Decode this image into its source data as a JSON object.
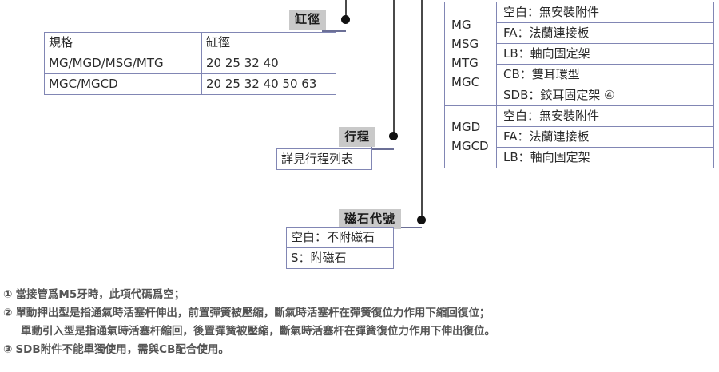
{
  "callouts": {
    "bore_label": "缸徑",
    "stroke_label": "行程",
    "magnet_label": "磁石代號"
  },
  "bore_table": {
    "headers": [
      "規格",
      "缸徑"
    ],
    "rows": [
      [
        "MG/MGD/MSG/MTG",
        "20 25 32 40"
      ],
      [
        "MGC/MGCD",
        "20 25 32 40 50 63"
      ]
    ]
  },
  "stroke_table": {
    "rows": [
      "詳見行程列表"
    ]
  },
  "magnet_table": {
    "rows": [
      "空白：不附磁石",
      "S：附磁石"
    ]
  },
  "accessory_table": {
    "groups": [
      {
        "models": [
          "MG",
          "MSG",
          "MTG",
          "MGC"
        ],
        "options": [
          "空白：無安裝附件",
          "FA：法蘭連接板",
          "LB：軸向固定架",
          "CB：雙耳環型",
          "SDB：鉸耳固定架 ④"
        ]
      },
      {
        "models": [
          "MGD",
          "MGCD"
        ],
        "options": [
          "空白：無安裝附件",
          "FA：法蘭連接板",
          "LB：軸向固定架"
        ]
      }
    ]
  },
  "footnotes": [
    {
      "marker": "①",
      "text": "當接管爲M5牙時，此項代碼爲空；",
      "continuation": false
    },
    {
      "marker": "②",
      "text": "單動押出型是指通氣時活塞杆伸出，前置彈簧被壓縮，斷氣時活塞杆在彈簧復位力作用下縮回復位；",
      "continuation": false
    },
    {
      "marker": "",
      "text": "單動引入型是指通氣時活塞杆縮回，後置彈簧被壓縮，斷氣時活塞杆在彈簧復位力作用下伸出復位。",
      "continuation": true
    },
    {
      "marker": "③",
      "text": "SDB附件不能單獨使用，需與CB配合使用。",
      "continuation": false
    }
  ],
  "colors": {
    "table_border": "#8186b4",
    "badge_bg": "#c9c9c9",
    "connector": "#4a4a4a",
    "dot": "#111111",
    "footnote_text": "#555555"
  }
}
